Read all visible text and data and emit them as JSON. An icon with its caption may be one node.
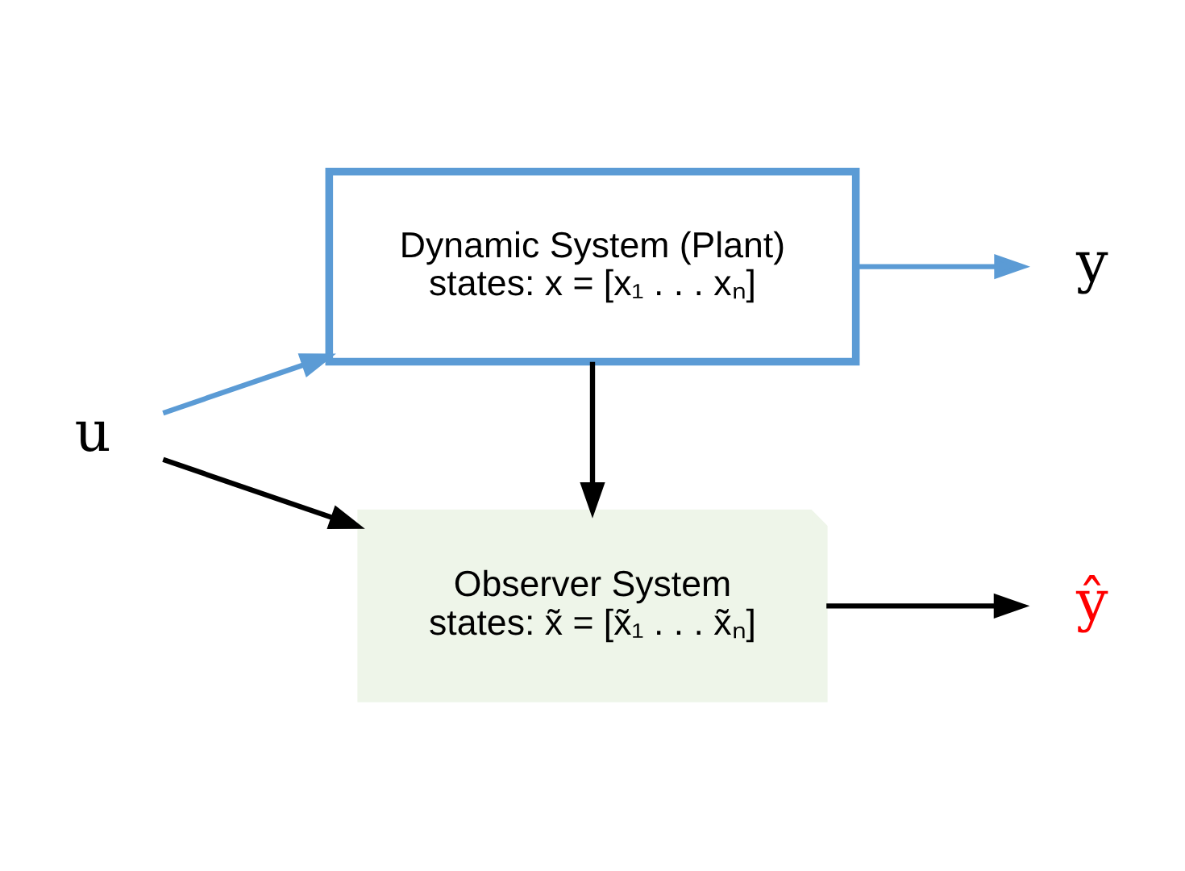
{
  "diagram": {
    "nodes": [
      {
        "text": [
          "u"
        ]
      },
      {
        "text": [
          "Dynamic System (Plant)",
          "states: x = [x₁ . . . xₙ]"
        ]
      },
      {
        "text": [
          "y"
        ]
      },
      {
        "text": [
          "Observer System",
          "states: x̃ = [x̃₁ . . . x̃ₙ]"
        ]
      },
      {
        "text": [
          "ŷ"
        ]
      }
    ],
    "edges": [
      {
        "from": 0,
        "to": 1,
        "arrow": "to",
        "color": "#5b9bd5"
      },
      {
        "from": 1,
        "to": 2,
        "arrow": "to",
        "color": "#5b9bd5"
      },
      {
        "from": 1,
        "to": 3,
        "arrow": "to"
      },
      {
        "from": 0,
        "to": 3,
        "arrow": "to"
      },
      {
        "from": 3,
        "to": 4,
        "arrow": "to"
      }
    ]
  }
}
